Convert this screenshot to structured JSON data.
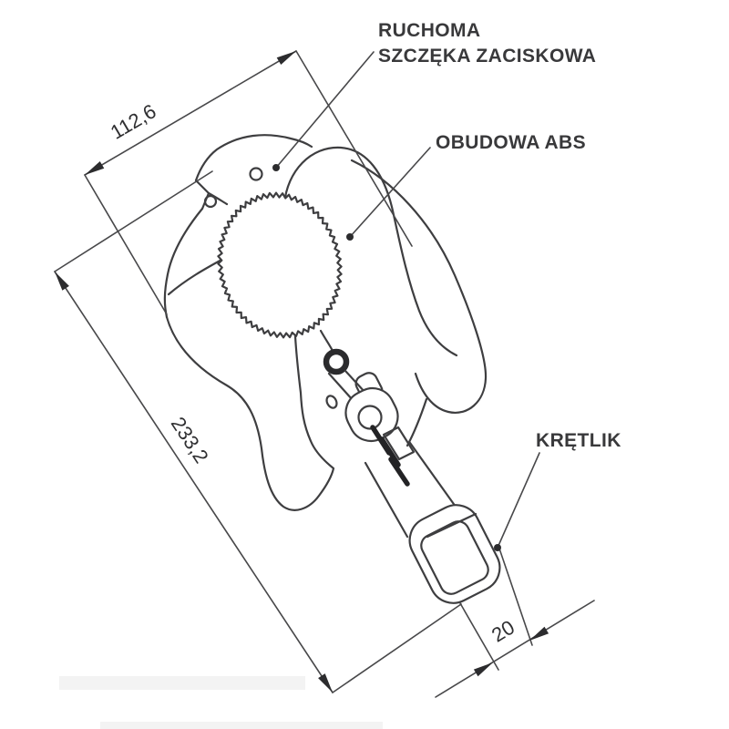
{
  "figure": {
    "type": "technical-drawing",
    "subject": "clamp with ABS housing and swivel snap hook",
    "colors": {
      "ink": "#3e3e40",
      "dimension_ink": "#48484a",
      "text": "#39393b",
      "background": "#ffffff"
    },
    "labels": {
      "movable_jaw_line1": "RUCHOMA",
      "movable_jaw_line2": "SZCZĘKA ZACISKOWA",
      "housing": "OBUDOWA ABS",
      "swivel": "KRĘTLIK"
    },
    "dimensions": {
      "head_width": "112,6",
      "overall_length": "233,2",
      "swivel_width": "20"
    }
  }
}
